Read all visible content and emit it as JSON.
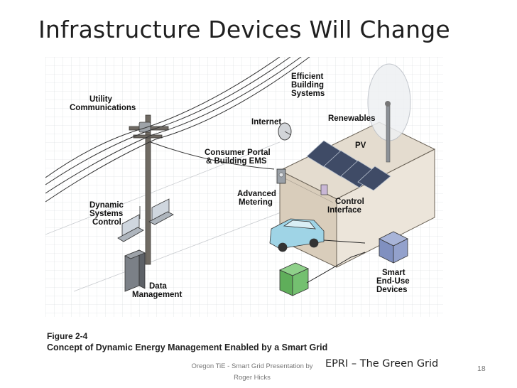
{
  "slide": {
    "title": "Infrastructure Devices Will Change",
    "figure_number": "Figure 2-4",
    "figure_caption": "Concept of Dynamic Energy Management Enabled by a Smart Grid",
    "footer_line1": "Oregon TiE - Smart Grid Presentation by",
    "footer_line2": "Roger Hicks",
    "credit": "EPRI – The Green Grid",
    "slide_number": "18"
  },
  "diagram": {
    "labels": {
      "efficient_1": "Efficient",
      "efficient_2": "Building",
      "efficient_3": "Systems",
      "utility_1": "Utility",
      "utility_2": "Communications",
      "internet": "Internet",
      "renewables": "Renewables",
      "pv": "PV",
      "portal_1": "Consumer Portal",
      "portal_2": "& Building EMS",
      "metering_1": "Advanced",
      "metering_2": "Metering",
      "control_1": "Control",
      "control_2": "Interface",
      "dynamic_1": "Dynamic",
      "dynamic_2": "Systems",
      "dynamic_3": "Control",
      "data_1": "Data",
      "data_2": "Management",
      "smart_1": "Smart",
      "smart_2": "End-Use",
      "smart_3": "Devices"
    }
  }
}
